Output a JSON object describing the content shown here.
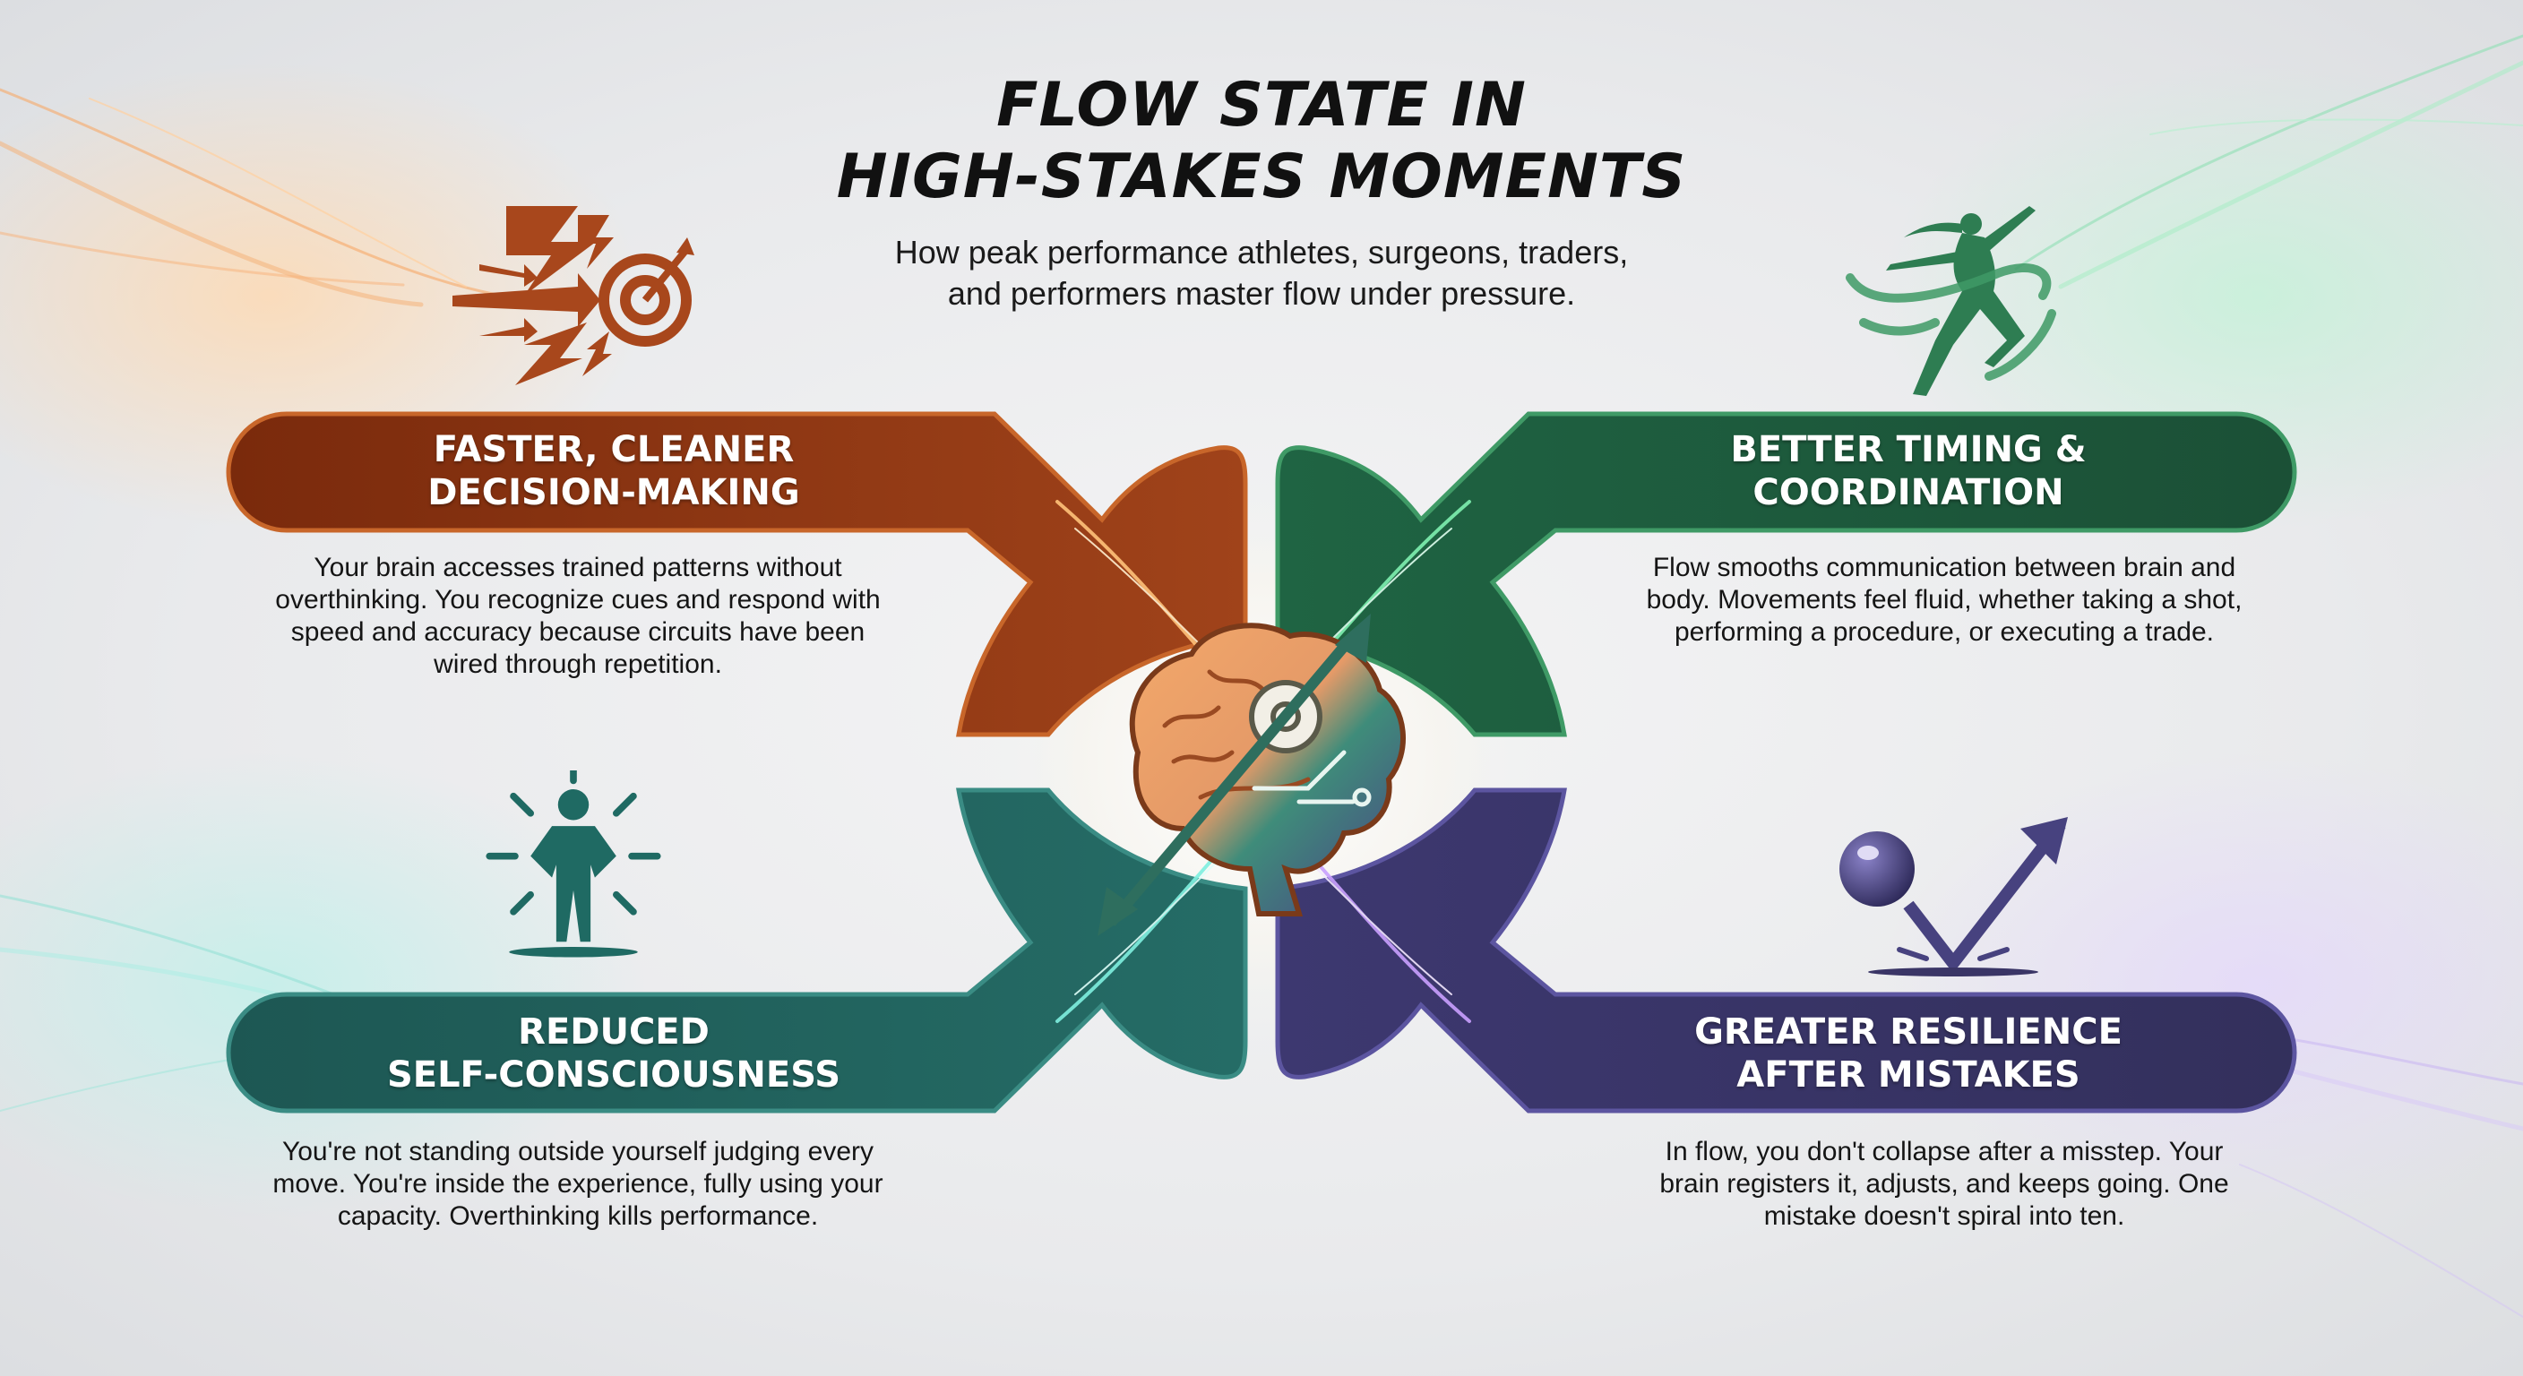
{
  "header": {
    "title_line1": "FLOW STATE IN",
    "title_line2": "HIGH-STAKES MOMENTS",
    "subtitle_line1": "How peak performance athletes, surgeons, traders,",
    "subtitle_line2": "and performers master flow under pressure."
  },
  "center": {
    "icon": "brain-gear-circuit-icon"
  },
  "quadrants": [
    {
      "position": "top-left",
      "color": "#8a3412",
      "accent": "#c8662a",
      "icon": "target-lightning-arrows-icon",
      "title_line1": "FASTER, CLEANER",
      "title_line2": "DECISION-MAKING",
      "desc": [
        "Your brain accesses trained patterns without",
        "overthinking. You recognize cues and respond with",
        "speed and accuracy because circuits have been",
        "wired through repetition."
      ]
    },
    {
      "position": "top-right",
      "color": "#1e5a3c",
      "accent": "#3f9a66",
      "icon": "leaping-dancer-icon",
      "title_line1": "BETTER TIMING &",
      "title_line2": "COORDINATION",
      "desc": [
        "Flow smooths communication between brain and",
        "body. Movements feel fluid, whether taking a shot,",
        "performing a procedure, or executing a trade."
      ]
    },
    {
      "position": "bottom-left",
      "color": "#1f5e5a",
      "accent": "#3a8c84",
      "icon": "confident-person-icon",
      "title_line1": "REDUCED",
      "title_line2": "SELF-CONSCIOUSNESS",
      "desc": [
        "You're not standing outside yourself judging every",
        "move. You're inside the experience, fully using your",
        "capacity. Overthinking kills performance."
      ]
    },
    {
      "position": "bottom-right",
      "color": "#3a3566",
      "accent": "#5c55a0",
      "icon": "bouncing-ball-arrow-icon",
      "title_line1": "GREATER RESILIENCE",
      "title_line2": "AFTER MISTAKES",
      "desc": [
        "In flow, you don't collapse after a misstep. Your",
        "brain registers it, adjusts, and keeps going. One",
        "mistake doesn't spiral into ten."
      ]
    }
  ]
}
